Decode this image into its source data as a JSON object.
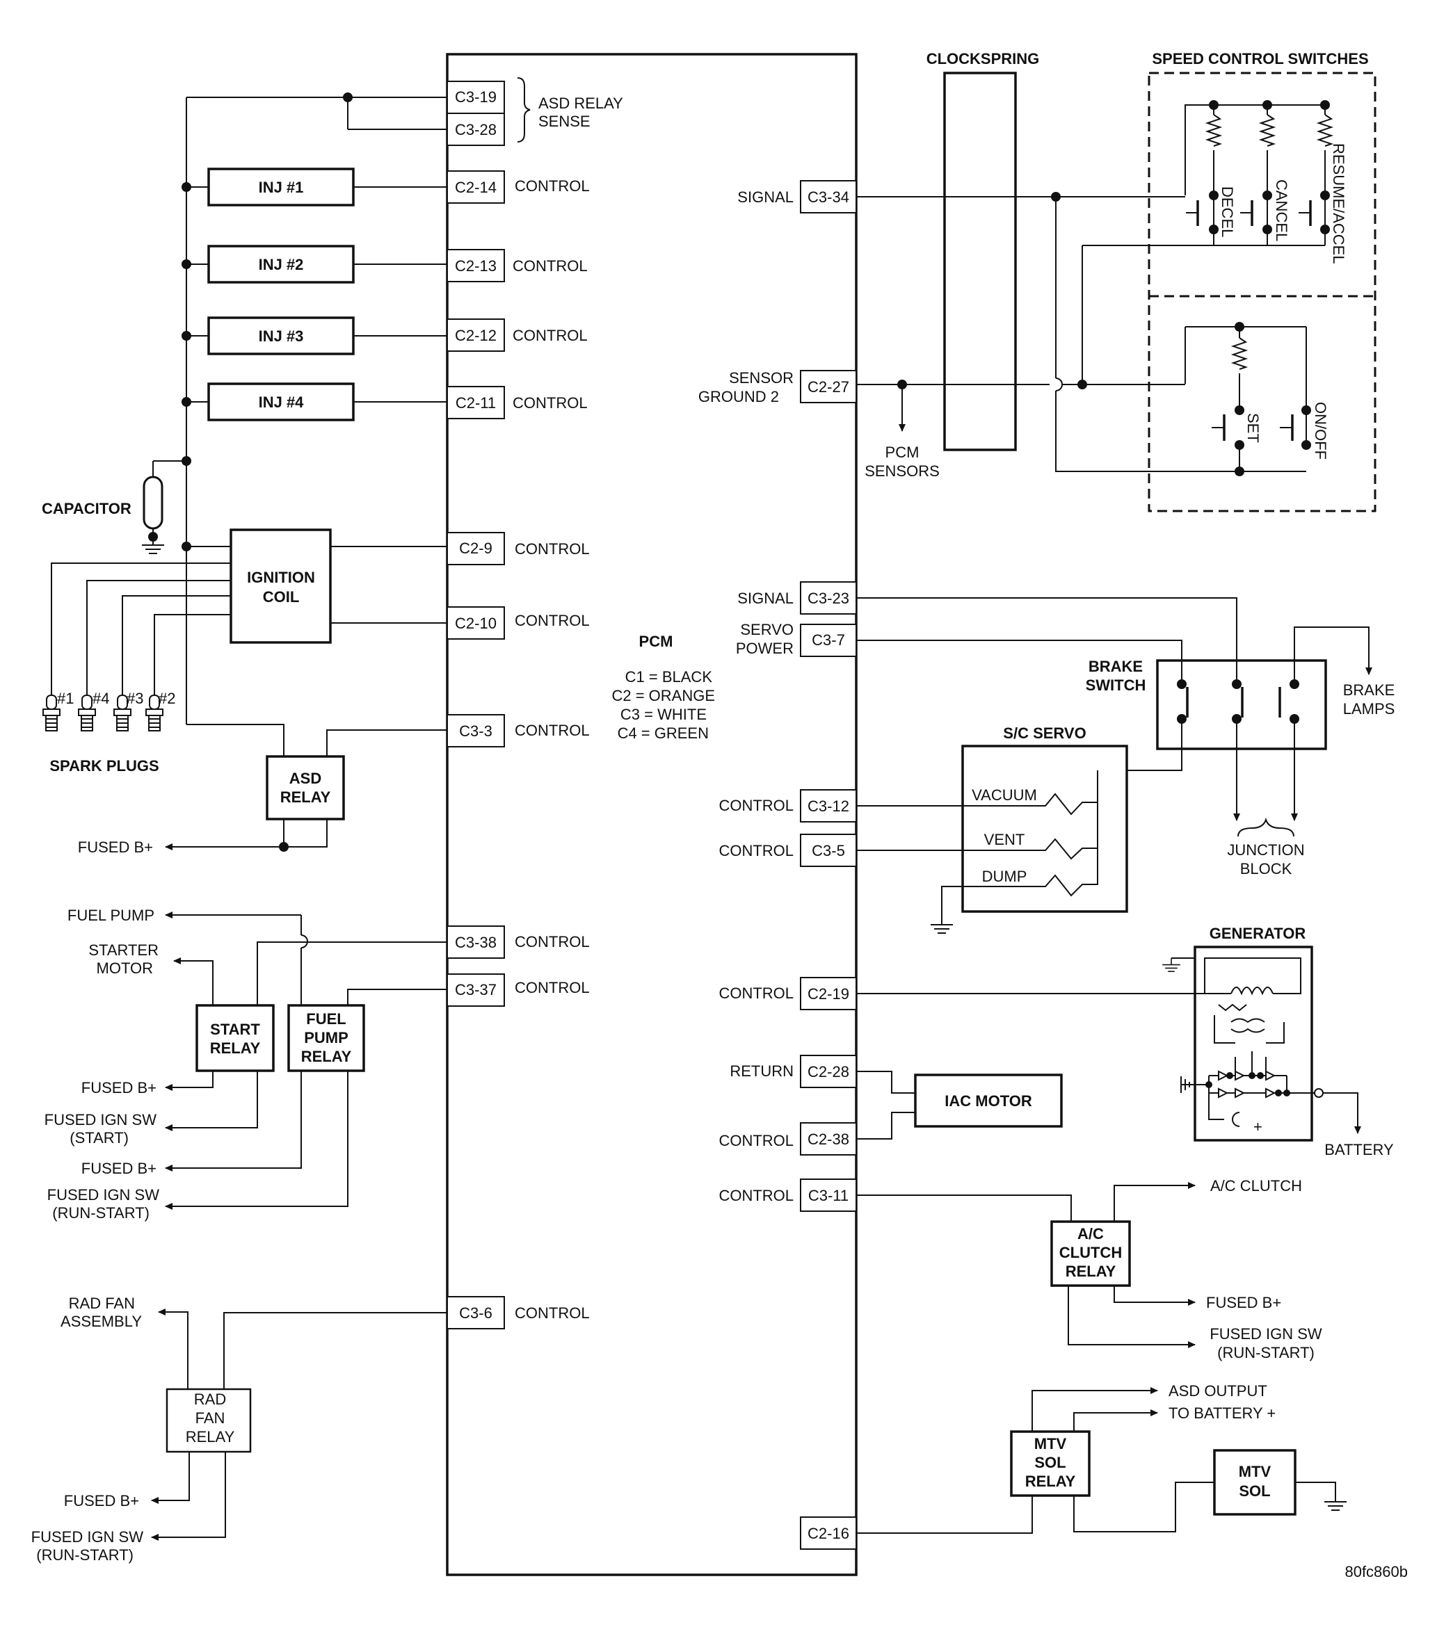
{
  "pcm": {
    "title": "PCM",
    "legend": [
      "C1 = BLACK",
      "C2 = ORANGE",
      "C3 = WHITE",
      "C4 = GREEN"
    ]
  },
  "pins_left": {
    "c3_19": "C3-19",
    "c3_28": "C3-28",
    "c2_14": "C2-14",
    "c2_13": "C2-13",
    "c2_12": "C2-12",
    "c2_11": "C2-11",
    "c2_9": "C2-9",
    "c2_10": "C2-10",
    "c3_3": "C3-3",
    "c3_38": "C3-38",
    "c3_37": "C3-37",
    "c3_6": "C3-6"
  },
  "pins_right": {
    "c3_34": "C3-34",
    "c2_27": "C2-27",
    "c3_23": "C3-23",
    "c3_7": "C3-7",
    "c3_12": "C3-12",
    "c3_5": "C3-5",
    "c2_19": "C2-19",
    "c2_28": "C2-28",
    "c2_38": "C2-38",
    "c3_11": "C3-11",
    "c2_16": "C2-16"
  },
  "wire_labels": {
    "asd_relay_sense": [
      "ASD RELAY",
      "SENSE"
    ],
    "control": "CONTROL",
    "signal": "SIGNAL",
    "sensor_ground": [
      "SENSOR",
      "GROUND 2"
    ],
    "servo_power": [
      "SERVO",
      "POWER"
    ],
    "return": "RETURN",
    "pcm_sensors": [
      "PCM",
      "SENSORS"
    ]
  },
  "components": {
    "inj1": "INJ #1",
    "inj2": "INJ #2",
    "inj3": "INJ #3",
    "inj4": "INJ #4",
    "capacitor": "CAPACITOR",
    "ignition_coil": [
      "IGNITION",
      "COIL"
    ],
    "spark_plugs": "SPARK PLUGS",
    "plug_numbers": [
      "#1",
      "#4",
      "#3",
      "#2"
    ],
    "asd_relay": [
      "ASD",
      "RELAY"
    ],
    "start_relay": [
      "START",
      "RELAY"
    ],
    "fuel_pump_relay": [
      "FUEL",
      "PUMP",
      "RELAY"
    ],
    "rad_fan_relay": [
      "RAD",
      "FAN",
      "RELAY"
    ],
    "clockspring": "CLOCKSPRING",
    "speed_control_switches": "SPEED CONTROL SWITCHES",
    "switch_names": [
      "DECEL",
      "CANCEL",
      "RESUME/ACCEL",
      "SET",
      "ON/OFF"
    ],
    "brake_switch": [
      "BRAKE",
      "SWITCH"
    ],
    "brake_lamps": [
      "BRAKE",
      "LAMPS"
    ],
    "junction_block": [
      "JUNCTION",
      "BLOCK"
    ],
    "sc_servo": "S/C SERVO",
    "servo_ports": [
      "VACUUM",
      "VENT",
      "DUMP"
    ],
    "generator": "GENERATOR",
    "battery": "BATTERY",
    "iac_motor": "IAC MOTOR",
    "ac_clutch_relay": [
      "A/C",
      "CLUTCH",
      "RELAY"
    ],
    "ac_clutch": "A/C CLUTCH",
    "mtv_sol_relay": [
      "MTV",
      "SOL",
      "RELAY"
    ],
    "mtv_sol": [
      "MTV",
      "SOL"
    ]
  },
  "terminals": {
    "fused_b": "FUSED B+",
    "fuel_pump": "FUEL PUMP",
    "starter_motor": [
      "STARTER",
      "MOTOR"
    ],
    "fused_ign_start": [
      "FUSED IGN SW",
      "(START)"
    ],
    "fused_ign_run_start": [
      "FUSED IGN SW",
      "(RUN-START)"
    ],
    "rad_fan_assembly": [
      "RAD FAN",
      "ASSEMBLY"
    ],
    "asd_output": "ASD OUTPUT",
    "to_battery": "TO BATTERY +"
  },
  "figure_id": "80fc860b"
}
